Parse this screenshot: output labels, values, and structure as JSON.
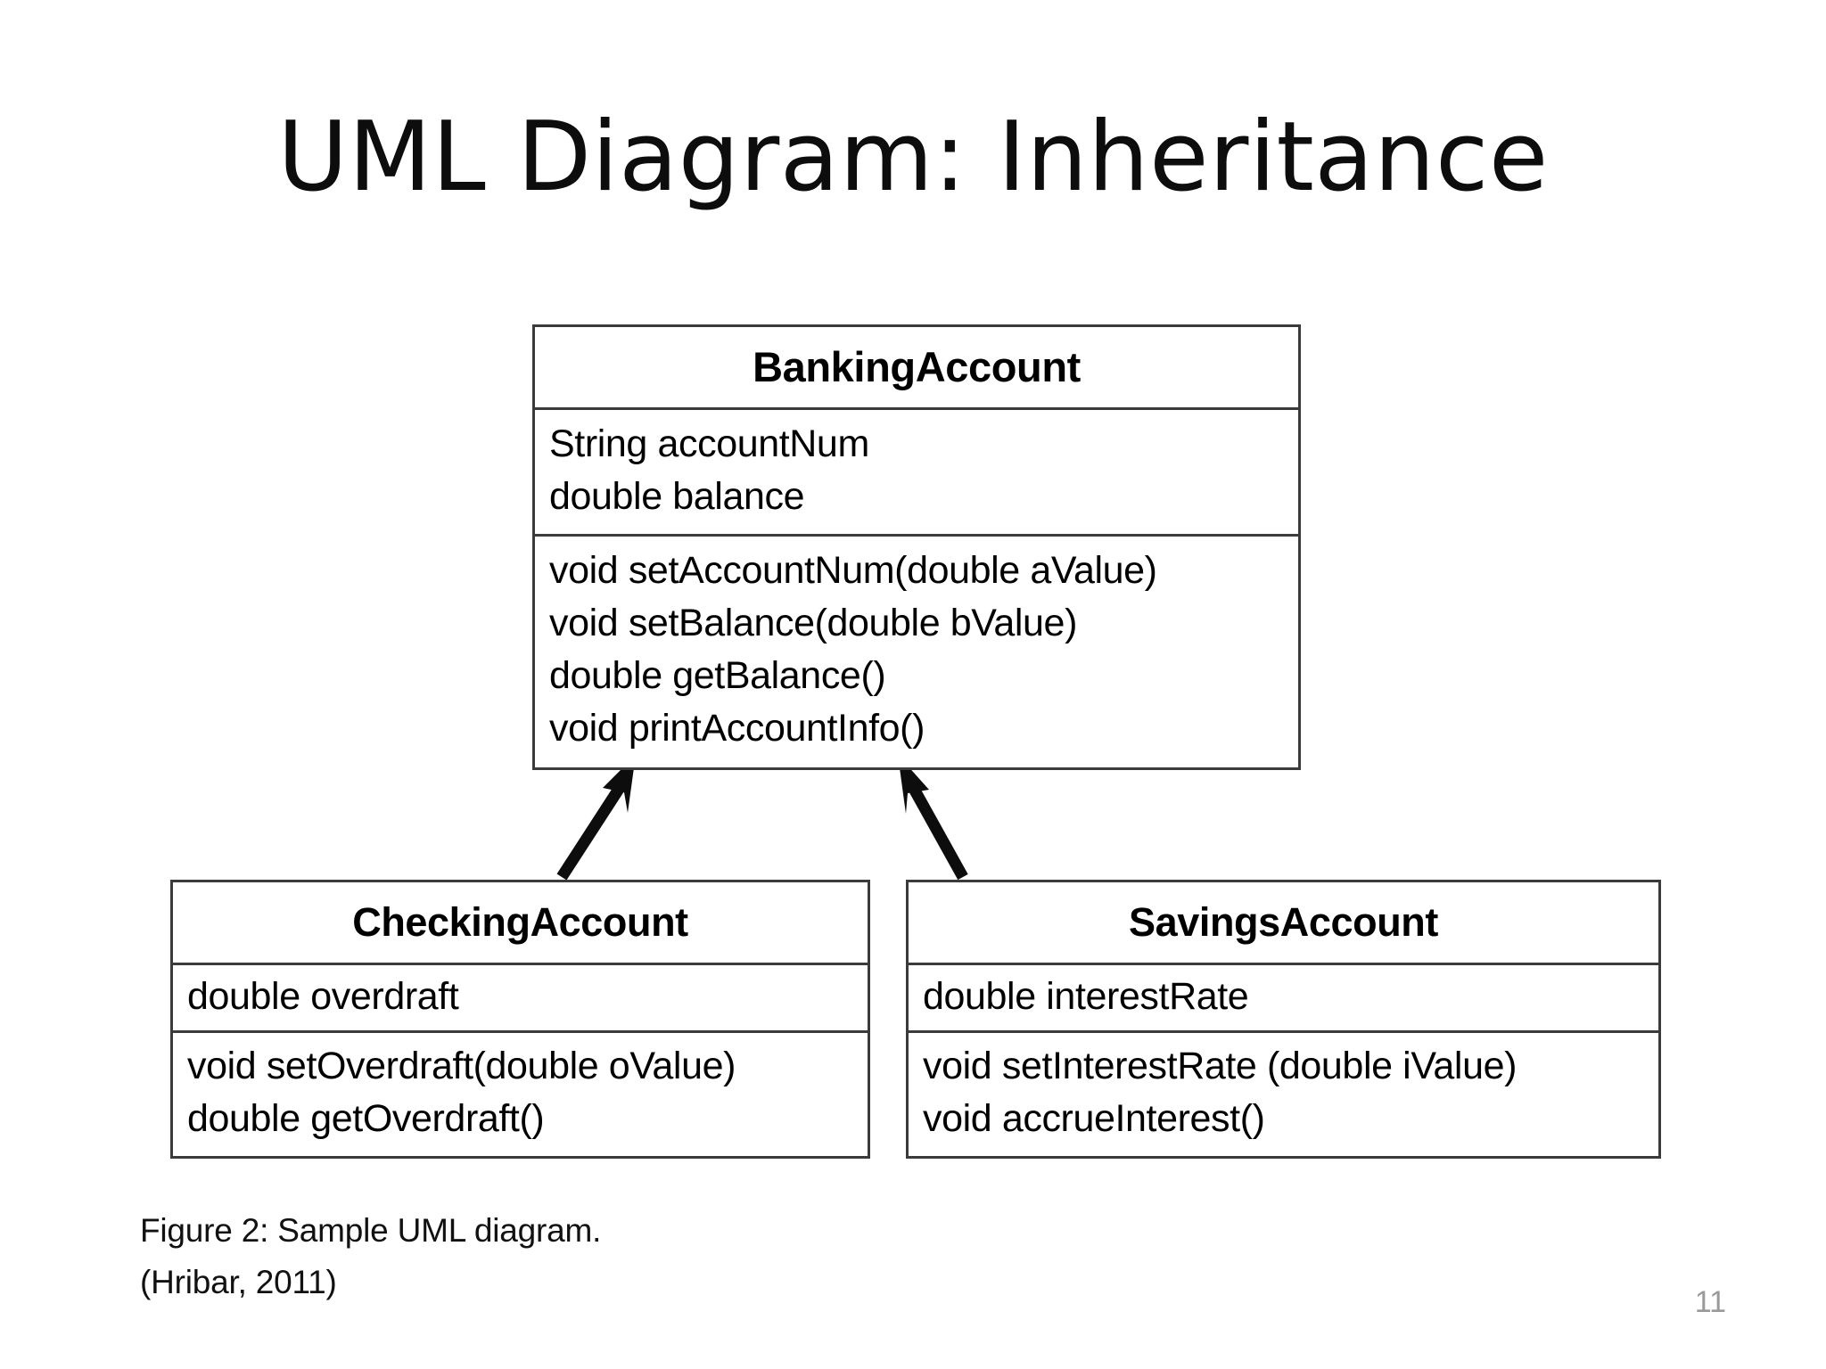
{
  "slide": {
    "title": "UML Diagram: Inheritance",
    "page_number": "11",
    "page_number_color": "#9a9a9a",
    "background_color": "#ffffff",
    "line_color": "#3b3b3b"
  },
  "diagram": {
    "type": "uml-class-diagram",
    "relationship": "inheritance",
    "classes": [
      {
        "id": "banking-account",
        "name": "BankingAccount",
        "role": "superclass",
        "attributes": [
          "String accountNum",
          "double balance"
        ],
        "operations": [
          "void setAccountNum(double aValue)",
          "void setBalance(double bValue)",
          "double getBalance()",
          "void printAccountInfo()"
        ]
      },
      {
        "id": "checking-account",
        "name": "CheckingAccount",
        "role": "subclass",
        "attributes": [
          "double overdraft"
        ],
        "operations": [
          "void setOverdraft(double oValue)",
          "double getOverdraft()"
        ]
      },
      {
        "id": "savings-account",
        "name": "SavingsAccount",
        "role": "subclass",
        "attributes": [
          "double interestRate"
        ],
        "operations": [
          "void setInterestRate (double iValue)",
          "void accrueInterest()"
        ]
      }
    ],
    "arrows": [
      {
        "from": "checking-account",
        "to": "banking-account",
        "style": "solid-filled-arrowhead"
      },
      {
        "from": "savings-account",
        "to": "banking-account",
        "style": "solid-filled-arrowhead"
      }
    ]
  },
  "caption": {
    "line1": "Figure 2: Sample UML diagram.",
    "line2": "(Hribar, 2011)"
  }
}
